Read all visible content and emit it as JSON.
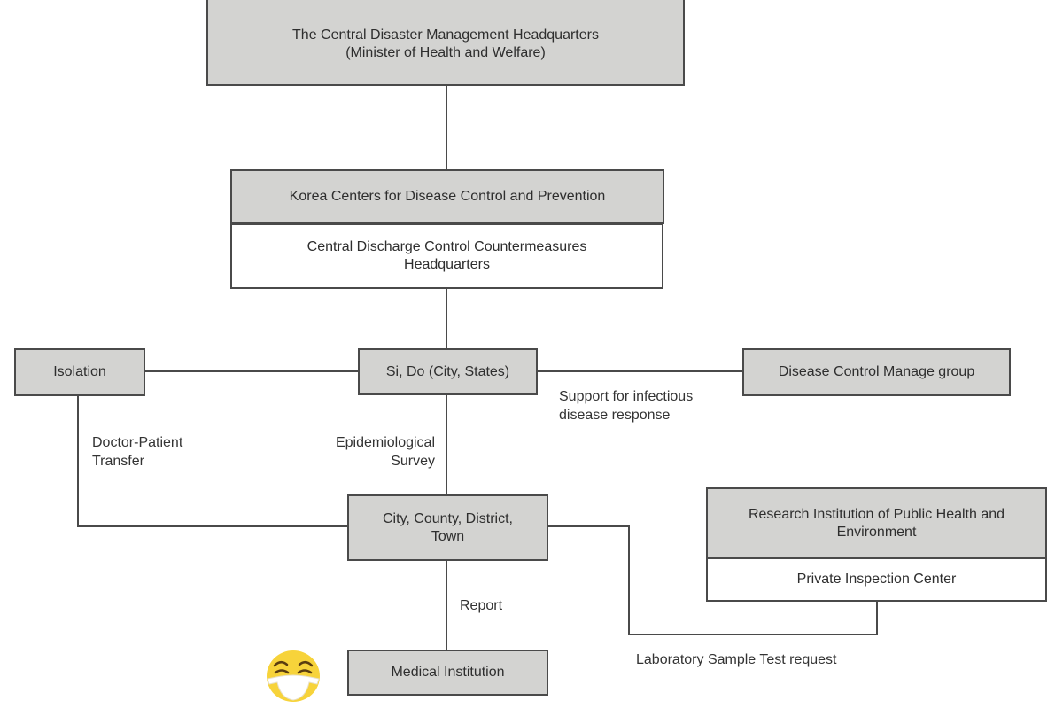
{
  "diagram": {
    "nodes": {
      "central_hq": "The Central Disaster Management Headquarters\n(Minister of Health and Welfare)",
      "kcdc": "Korea Centers for Disease Control and Prevention",
      "central_countermeasures": "Central Discharge Control Countermeasures\nHeadquarters",
      "isolation": "Isolation",
      "si_do": "Si, Do (City, States)",
      "disease_control_group": "Disease Control Manage group",
      "city_county": "City, County, District,\nTown",
      "research_institution": "Research Institution of Public Health and\nEnvironment",
      "private_inspection": "Private Inspection Center",
      "medical_institution": "Medical Institution"
    },
    "edge_labels": {
      "doctor_patient": "Doctor-Patient\nTransfer",
      "epidemiological": "Epidemiological\nSurvey",
      "support": "Support for infectious\ndisease response",
      "report": "Report",
      "lab_request": "Laboratory Sample Test request"
    },
    "decorations": {
      "emoji": "face-with-medical-mask-icon"
    },
    "colors": {
      "box_fill": "#d3d3d1",
      "box_border": "#4a4a4a",
      "emoji_yellow": "#f7d33a"
    }
  }
}
